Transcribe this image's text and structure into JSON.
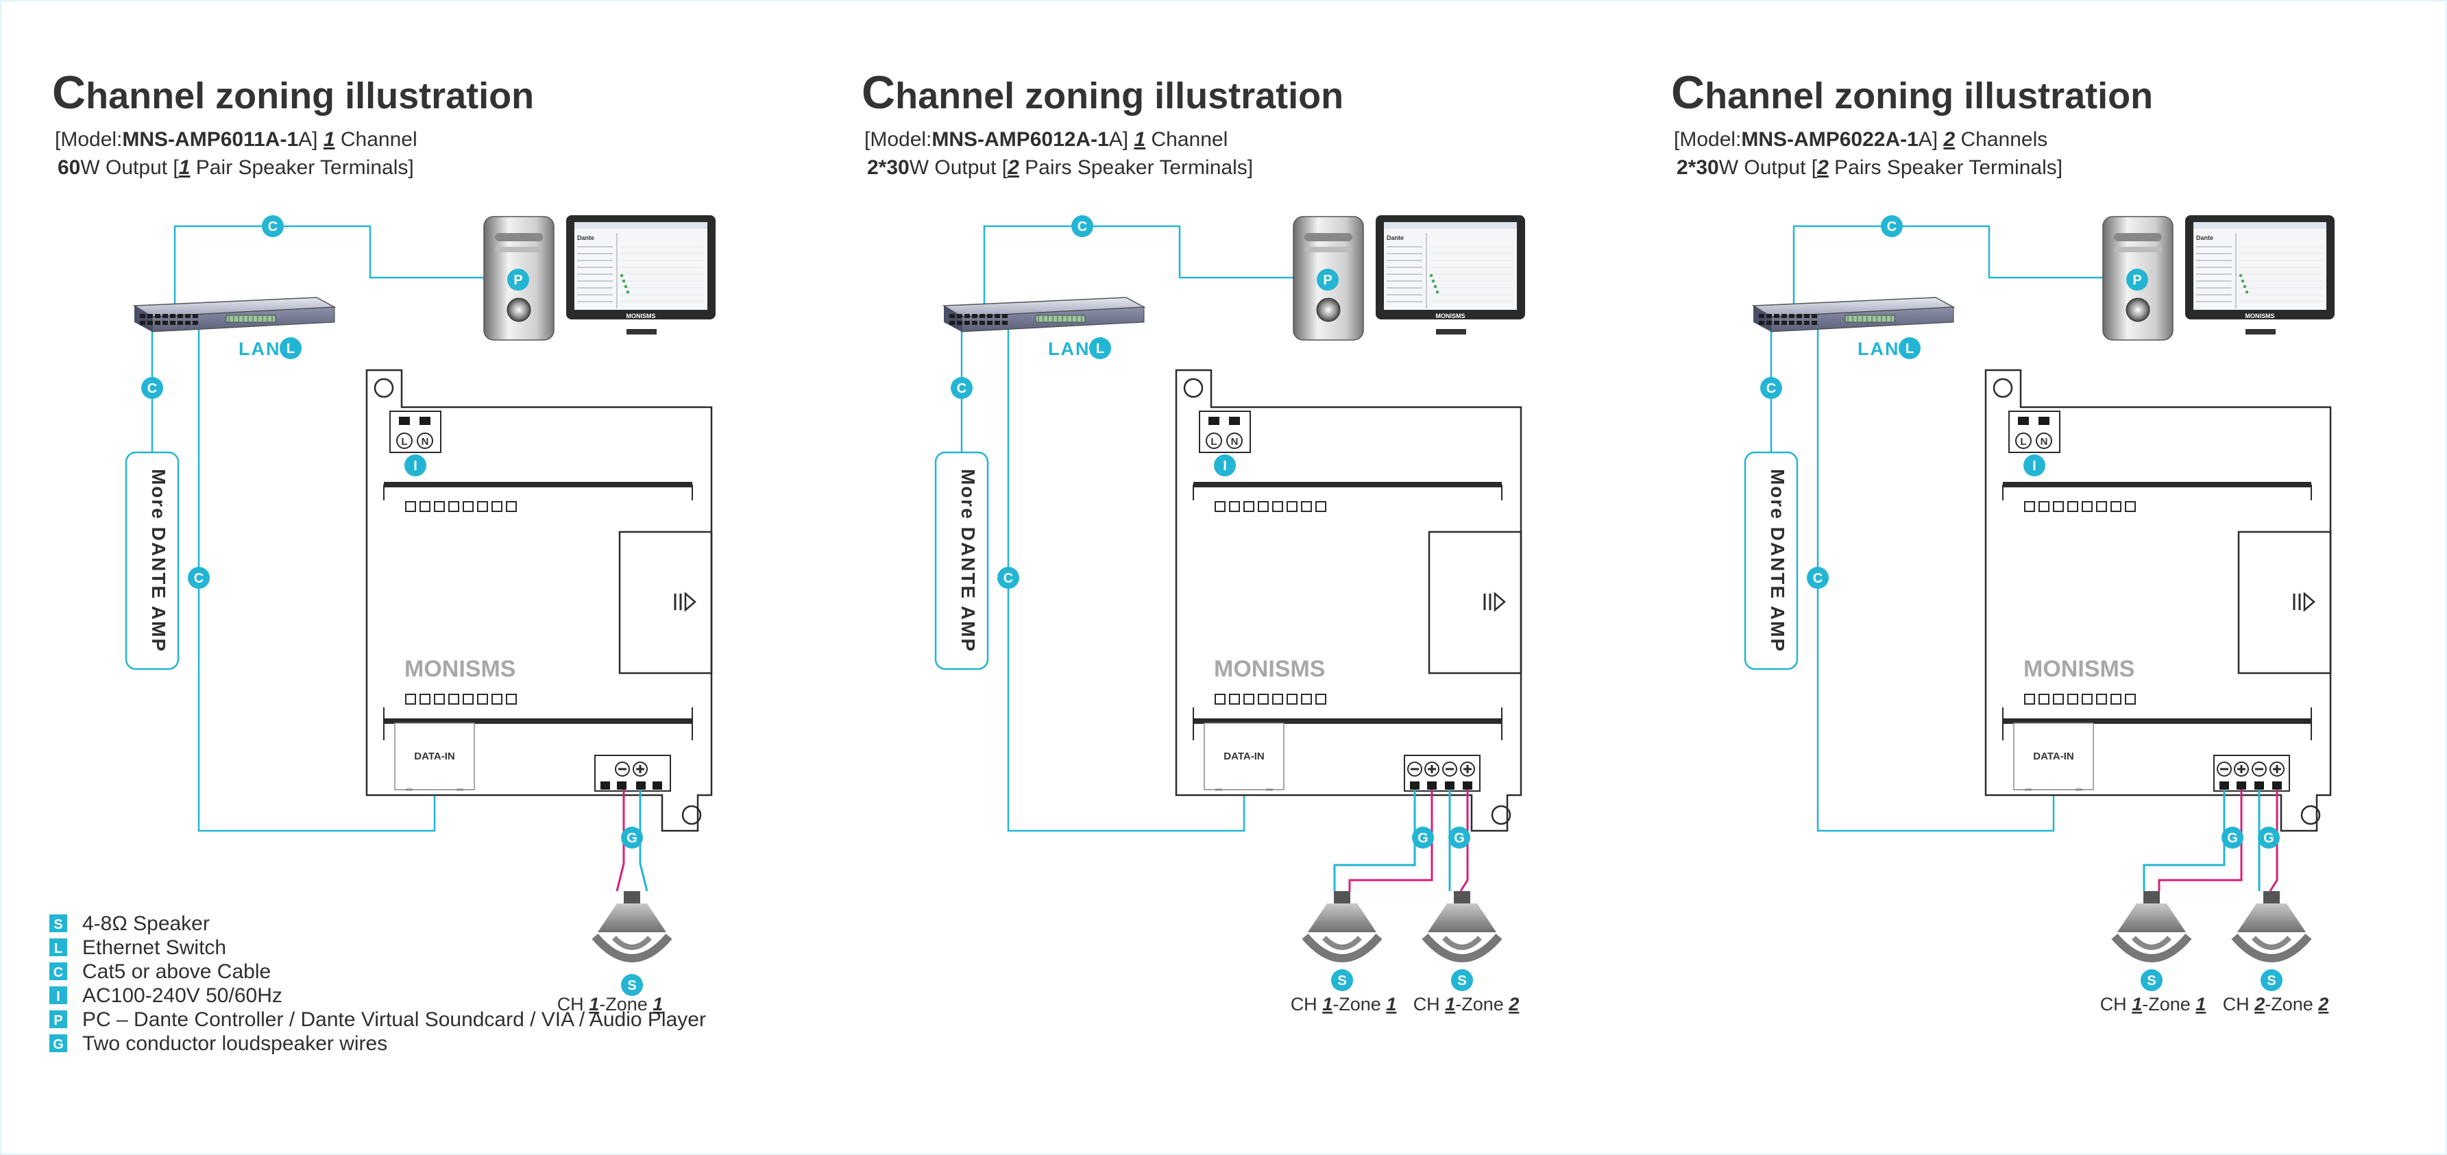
{
  "colors": {
    "cyan": "#23b5d3",
    "magenta": "#d81f7a",
    "outline": "#2b2b2b",
    "brand_gray": "#a8a8a8"
  },
  "panels": [
    {
      "title_first": "C",
      "title_rest": "hannel zoning illustration",
      "model_open": "[Model:",
      "model_name": "MNS-AMP6011A-1",
      "model_close": "A]",
      "channel_count": "1",
      "channel_word": "Channel",
      "output_power": "60",
      "output_mid": "W Output [",
      "terminal_count": "1",
      "terminal_word": "Pair Speaker Terminals]",
      "lan_label": "LAN",
      "more_amp_label": "More DANTE AMP",
      "brand": "MONISMS",
      "data_in_label": "DATA-IN",
      "zones": [
        {
          "prefix": "CH ",
          "ch": "1",
          "mid": "-Zone ",
          "zone": "1"
        }
      ]
    },
    {
      "title_first": "C",
      "title_rest": "hannel zoning illustration",
      "model_open": "[Model:",
      "model_name": "MNS-AMP6012A-1",
      "model_close": "A]",
      "channel_count": "1",
      "channel_word": "Channel",
      "output_power": "2*30",
      "output_mid": "W Output [",
      "terminal_count": "2",
      "terminal_word": "Pairs Speaker Terminals]",
      "lan_label": "LAN",
      "more_amp_label": "More DANTE AMP",
      "brand": "MONISMS",
      "data_in_label": "DATA-IN",
      "zones": [
        {
          "prefix": "CH ",
          "ch": "1",
          "mid": "-Zone ",
          "zone": "1"
        },
        {
          "prefix": "CH ",
          "ch": "1",
          "mid": "-Zone ",
          "zone": "2"
        }
      ]
    },
    {
      "title_first": "C",
      "title_rest": "hannel zoning illustration",
      "model_open": "[Model:",
      "model_name": "MNS-AMP6022A-1",
      "model_close": "A]",
      "channel_count": "2",
      "channel_word": "Channels",
      "output_power": "2*30",
      "output_mid": "W Output [",
      "terminal_count": "2",
      "terminal_word": "Pairs Speaker Terminals]",
      "lan_label": "LAN",
      "more_amp_label": "More DANTE AMP",
      "brand": "MONISMS",
      "data_in_label": "DATA-IN",
      "zones": [
        {
          "prefix": "CH ",
          "ch": "1",
          "mid": "-Zone ",
          "zone": "1"
        },
        {
          "prefix": "CH ",
          "ch": "2",
          "mid": "-Zone ",
          "zone": "2"
        }
      ]
    }
  ],
  "badges": {
    "cable": "C",
    "lan": "L",
    "power": "I",
    "pc": "P",
    "wire": "G",
    "speaker": "S",
    "live": "L",
    "neutral": "N"
  },
  "legend": [
    {
      "key": "S",
      "text": "4-8Ω Speaker"
    },
    {
      "key": "L",
      "text": "Ethernet Switch"
    },
    {
      "key": "C",
      "text": "Cat5 or above Cable"
    },
    {
      "key": "I",
      "text": "AC100-240V 50/60Hz"
    },
    {
      "key": "P",
      "text": "PC – Dante Controller / Dante Virtual Soundcard / VIA / Audio Player"
    },
    {
      "key": "G",
      "text": "Two conductor loudspeaker wires"
    }
  ],
  "monitor_brand": "MONISMS",
  "monitor_app": "Dante"
}
